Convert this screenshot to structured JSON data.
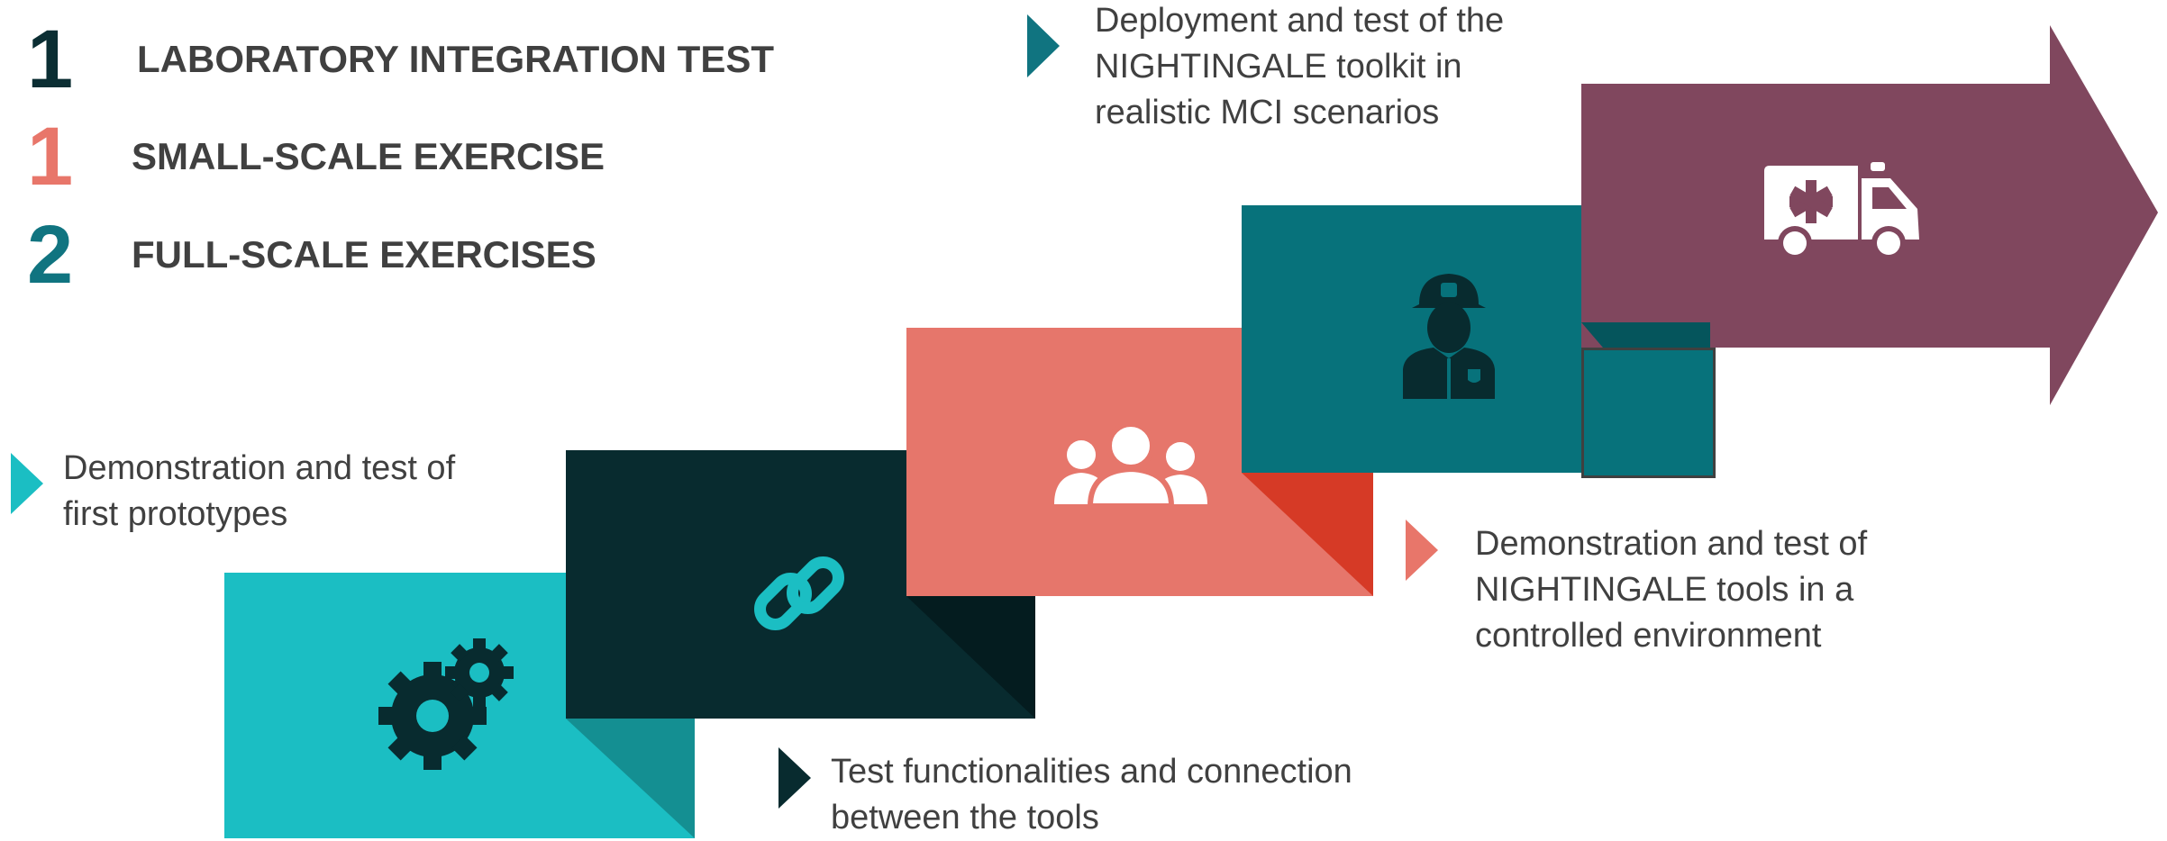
{
  "legend": [
    {
      "number": "1",
      "label": "LABORATORY INTEGRATION TEST",
      "color": "#0b2e33"
    },
    {
      "number": "1",
      "label": "SMALL-SCALE EXERCISE",
      "color": "#e8766a"
    },
    {
      "number": "2",
      "label": "FULL-SCALE EXERCISES",
      "color": "#107480"
    }
  ],
  "captions": {
    "deployment": [
      "Deployment and test of the",
      "NIGHTINGALE toolkit in",
      "realistic MCI scenarios"
    ],
    "prototypes": [
      "Demonstration and test of",
      "first prototypes"
    ],
    "controlled": [
      "Demonstration and test of",
      "NIGHTINGALE tools in a",
      "controlled environment"
    ],
    "functionalities": [
      "Test functionalities and connection",
      "between the tools"
    ]
  },
  "steps": [
    {
      "name": "step-1",
      "color": "#1bbec3",
      "fold_color": "#148f92",
      "icon": "gears-icon"
    },
    {
      "name": "step-2",
      "color": "#082b2f",
      "fold_color": "#041c1f",
      "icon": "link-icon"
    },
    {
      "name": "step-3",
      "color": "#e6766b",
      "fold_color": "#d63a26",
      "icon": "group-icon"
    },
    {
      "name": "step-4",
      "color": "#07727b",
      "fold_color": "#05555c",
      "icon": "firefighter-icon"
    },
    {
      "name": "step-5",
      "color": "#80475e",
      "icon": "ambulance-icon"
    }
  ]
}
